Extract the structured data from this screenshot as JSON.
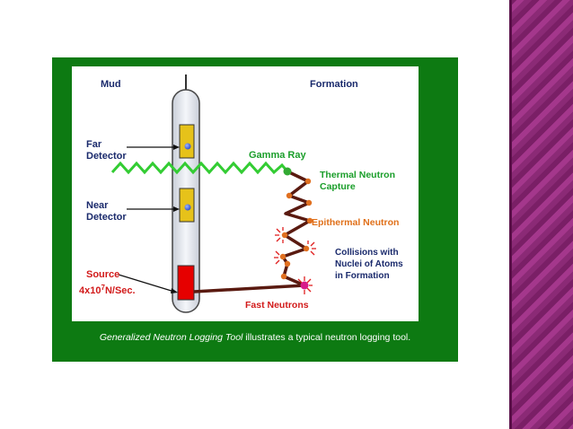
{
  "diagram": {
    "labels": {
      "mud": "Mud",
      "formation": "Formation",
      "far_detector_line1": "Far",
      "far_detector_line2": "Detector",
      "near_detector_line1": "Near",
      "near_detector_line2": "Detector",
      "source": "Source",
      "source_rate": "4x10",
      "source_rate_exp": "7",
      "source_rate_unit": "N/Sec.",
      "gamma_ray": "Gamma Ray",
      "thermal_line1": "Thermal Neutron",
      "thermal_line2": "Capture",
      "epithermal": "Epithermal Neutron",
      "collisions_line1": "Collisions with",
      "collisions_line2": "Nuclei of Atoms",
      "collisions_line3": "in Formation",
      "fast_neutrons": "Fast Neutrons"
    },
    "colors": {
      "green_label": "#1a9e2a",
      "orange_label": "#e0701a",
      "red_label": "#d21a1a",
      "navy_label": "#1a2a6c",
      "gamma_ray_wave": "#33cc33",
      "detector_fill": "#e6c21a",
      "source_fill": "#e60000",
      "neutron_path": "#5a1a10",
      "collision_dot": "#e07020",
      "fast_neutron_dot": "#d81b8a",
      "tool_fill": "#eef0f5",
      "frame_green": "#0d7a12",
      "side_band": "#8b2a76"
    }
  },
  "caption": {
    "title_italic": "Generalized Neutron Logging Tool",
    "rest": " illustrates a typical neutron logging tool."
  }
}
